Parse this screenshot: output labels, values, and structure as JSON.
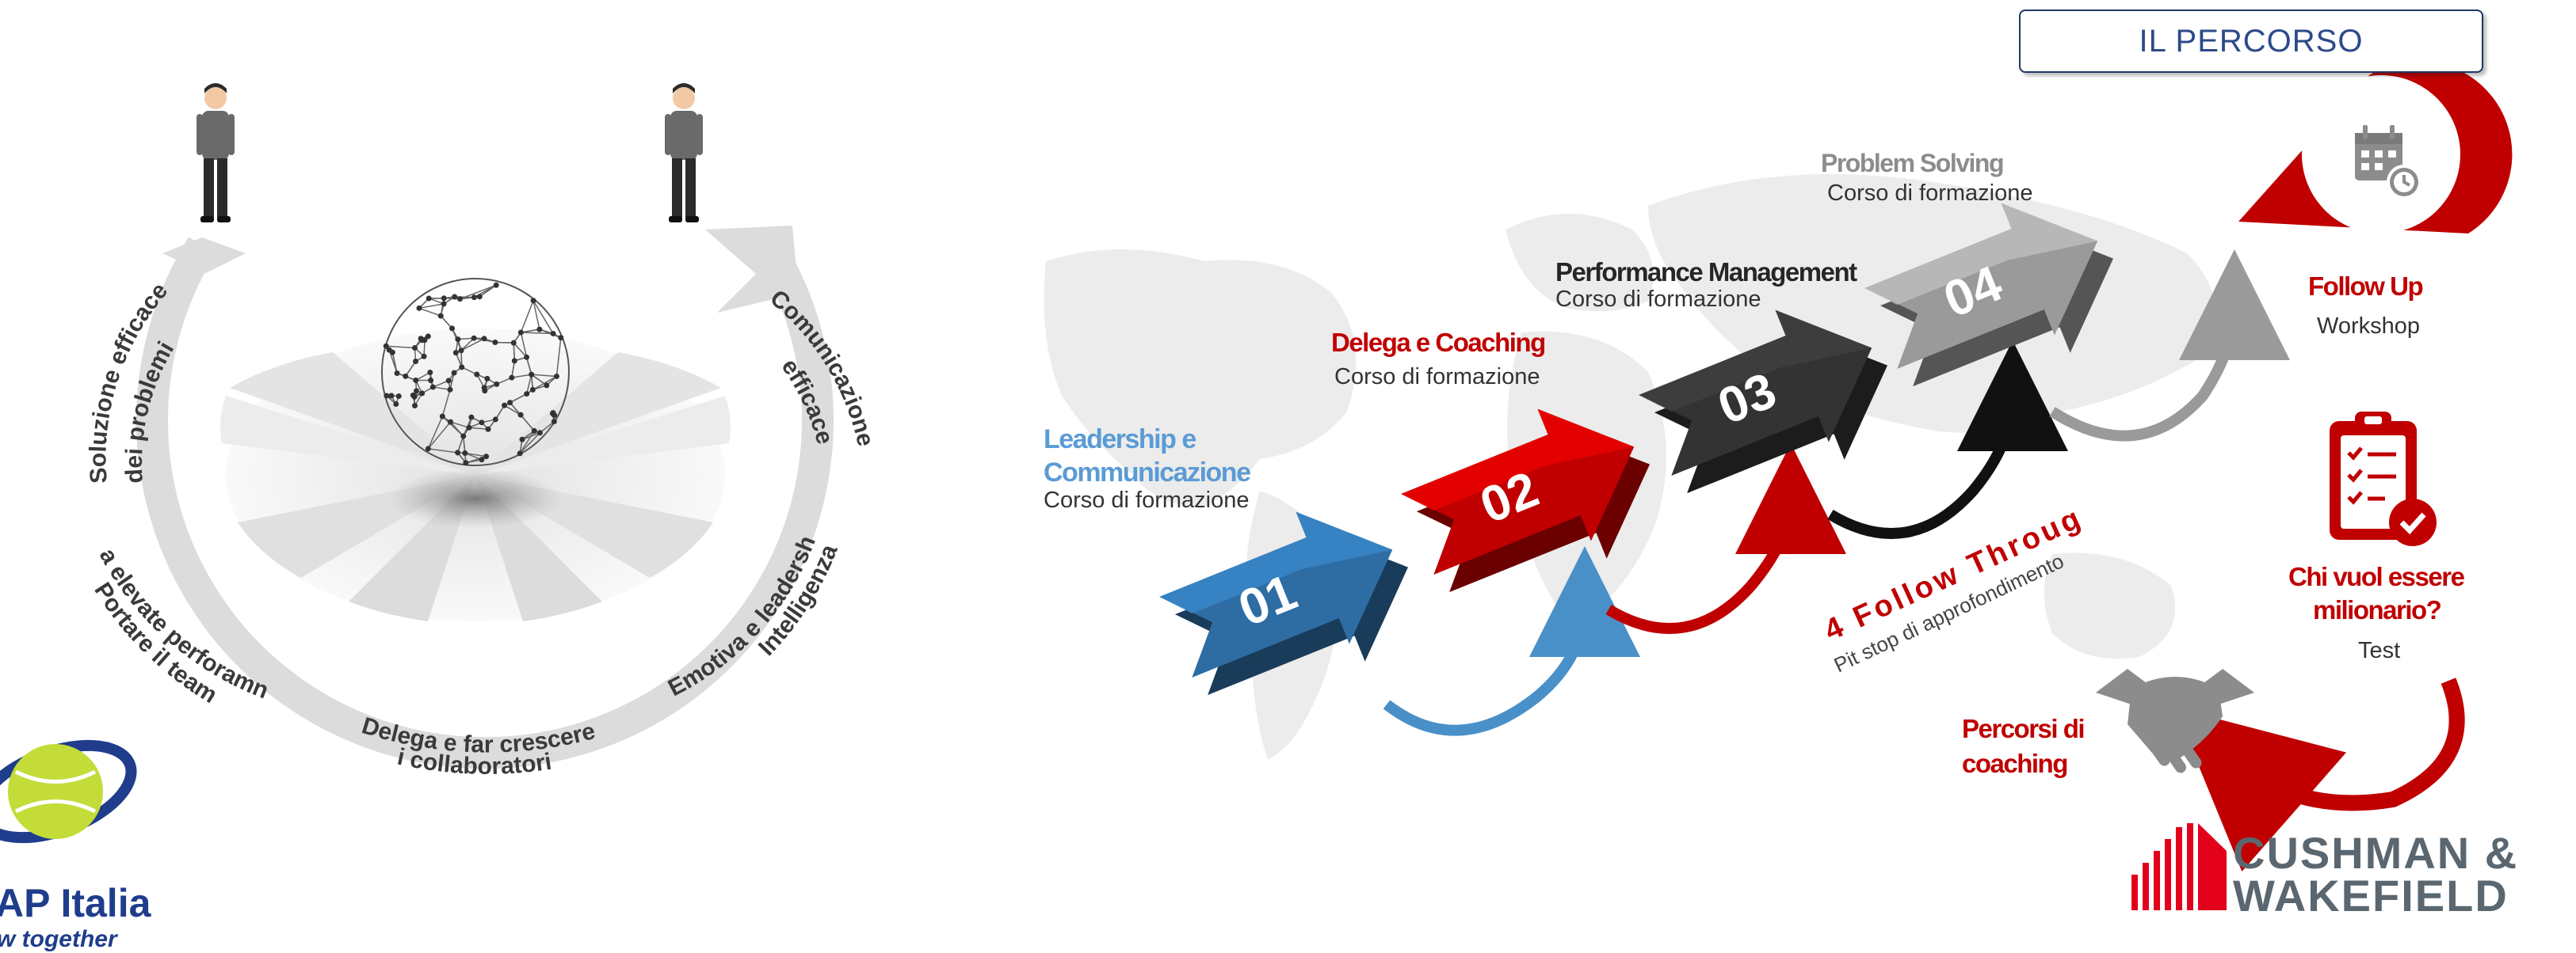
{
  "left_diagram": {
    "arc_labels": [
      "Soluzione efficace",
      "dei problemi",
      "Comunicazione",
      "efficace",
      "Portare il team",
      "a elevate perforamnce",
      "Intelligenza",
      "Emotiva e leadership",
      "Delega e far crescere",
      "i collaboratori"
    ]
  },
  "logo_left": {
    "name": "AP Italia",
    "tagline": "w together"
  },
  "header": {
    "title": "IL PERCORSO"
  },
  "steps": [
    {
      "number": "01",
      "title_line1": "Leadership e",
      "title_line2": "Communicazione",
      "subtitle": "Corso di formazione",
      "color": "#2e6da4"
    },
    {
      "number": "02",
      "title": "Delega e Coaching",
      "subtitle": "Corso di formazione",
      "color": "#c00000"
    },
    {
      "number": "03",
      "title": "Performance Management",
      "subtitle": "Corso di formazione",
      "color": "#333333"
    },
    {
      "number": "04",
      "title": "Problem Solving",
      "subtitle": "Corso di formazione",
      "color": "#9a9a9a"
    }
  ],
  "follow_through": {
    "title": "4 Follow Through",
    "subtitle": "Pit stop di approfondimento"
  },
  "follow_up": {
    "title": "Follow Up",
    "subtitle": "Workshop",
    "icon": "calendar-clock-icon"
  },
  "quiz": {
    "title_line1": "Chi vuol essere",
    "title_line2": "milionario?",
    "subtitle": "Test",
    "icon": "clipboard-checklist-icon"
  },
  "coaching": {
    "title_line1": "Percorsi di",
    "title_line2": "coaching",
    "icon": "handshake-icon"
  },
  "logo_right": {
    "line1": "CUSHMAN &",
    "line2": "WAKEFIELD"
  },
  "colors": {
    "accent_red": "#c00000",
    "accent_blue": "#2e6da4",
    "title_blue": "#2c4a8a"
  }
}
